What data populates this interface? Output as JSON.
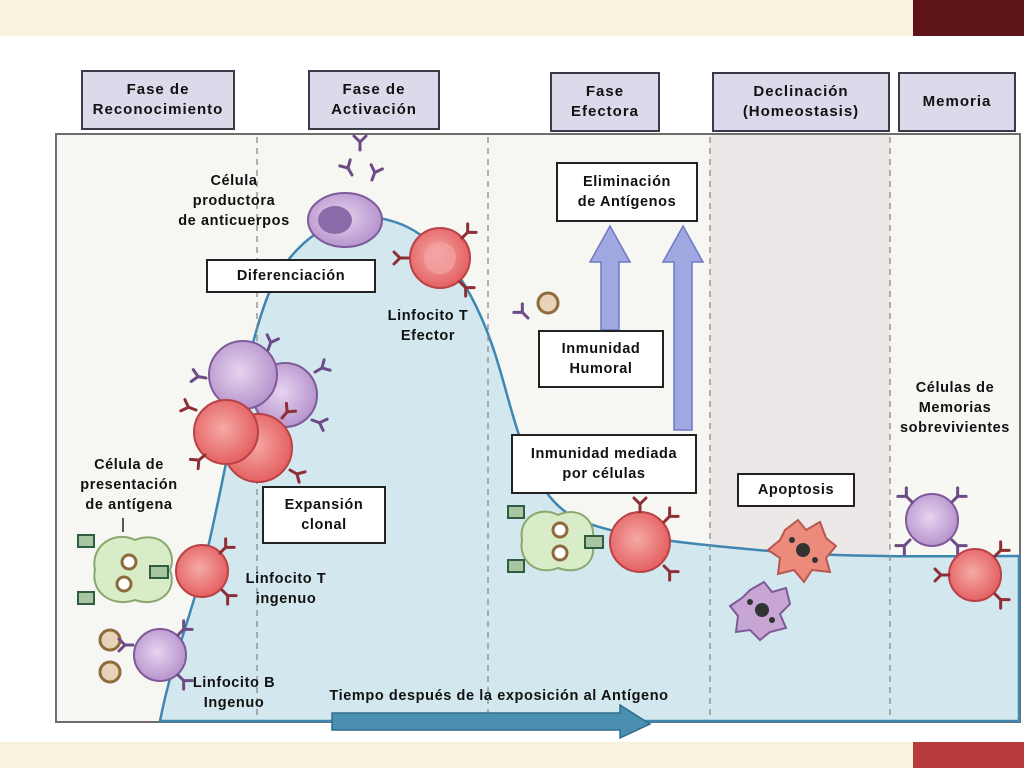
{
  "phases": [
    "Fase  de\nReconocimiento",
    "Fase de\nActivación",
    "Fase\nEfectora",
    "Declinación\n(Homeostasis)",
    "Memoria"
  ],
  "boxes": {
    "differentiation": "Diferenciación",
    "clonal_expansion": "Expansión\nclonal",
    "antigen_elimination": "Eliminación\nde Antígenos",
    "humoral_immunity": "Inmunidad\nHumoral",
    "cell_mediated_immunity": "Inmunidad mediada\npor células",
    "apoptosis": "Apoptosis"
  },
  "labels": {
    "antibody_producing_cell": "Célula\nproductora\nde anticuerpos",
    "effector_t": "Linfocito T\nEfector",
    "apc": "Célula de\npresentación\nde antígena",
    "naive_t": "Linfocito T\ningenuo",
    "naive_b": "Linfocito B\nIngenuo",
    "memory_cells": "Células de\nMemorias\nsobrevivientes",
    "time_axis": "Tiempo después de la exposición al Antígeno"
  },
  "colors": {
    "curve_fill": "#d3e8ee",
    "curve_stroke": "#3f86b2",
    "phase_box": "#dcdaea",
    "t_cell": "#e9686a",
    "b_cell": "#c7a6da",
    "apc": "#d9ecc8",
    "apoptotic_red": "#ec8a7c",
    "apoptotic_purple": "#c7a6d4",
    "arrow_blue": "#9fa8e0",
    "time_arrow": "#4a8fb2"
  }
}
